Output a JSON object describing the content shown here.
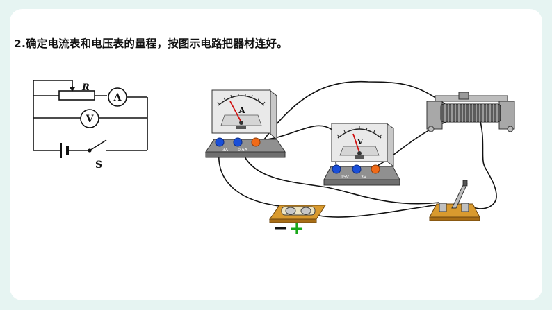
{
  "heading": "2.确定电流表和电压表的量程，按图示电路把器材连好。",
  "schematic": {
    "resistor_label": "R",
    "ammeter_symbol": "A",
    "voltmeter_symbol": "V",
    "switch_label": "S"
  },
  "ammeter": {
    "face_letter": "A",
    "terminal_left": "3A",
    "terminal_mid": "0.6A"
  },
  "voltmeter": {
    "face_letter": "V",
    "terminal_left": "15V",
    "terminal_mid": "3V"
  },
  "battery": {
    "negative_sign": "−",
    "positive_sign": "+"
  }
}
